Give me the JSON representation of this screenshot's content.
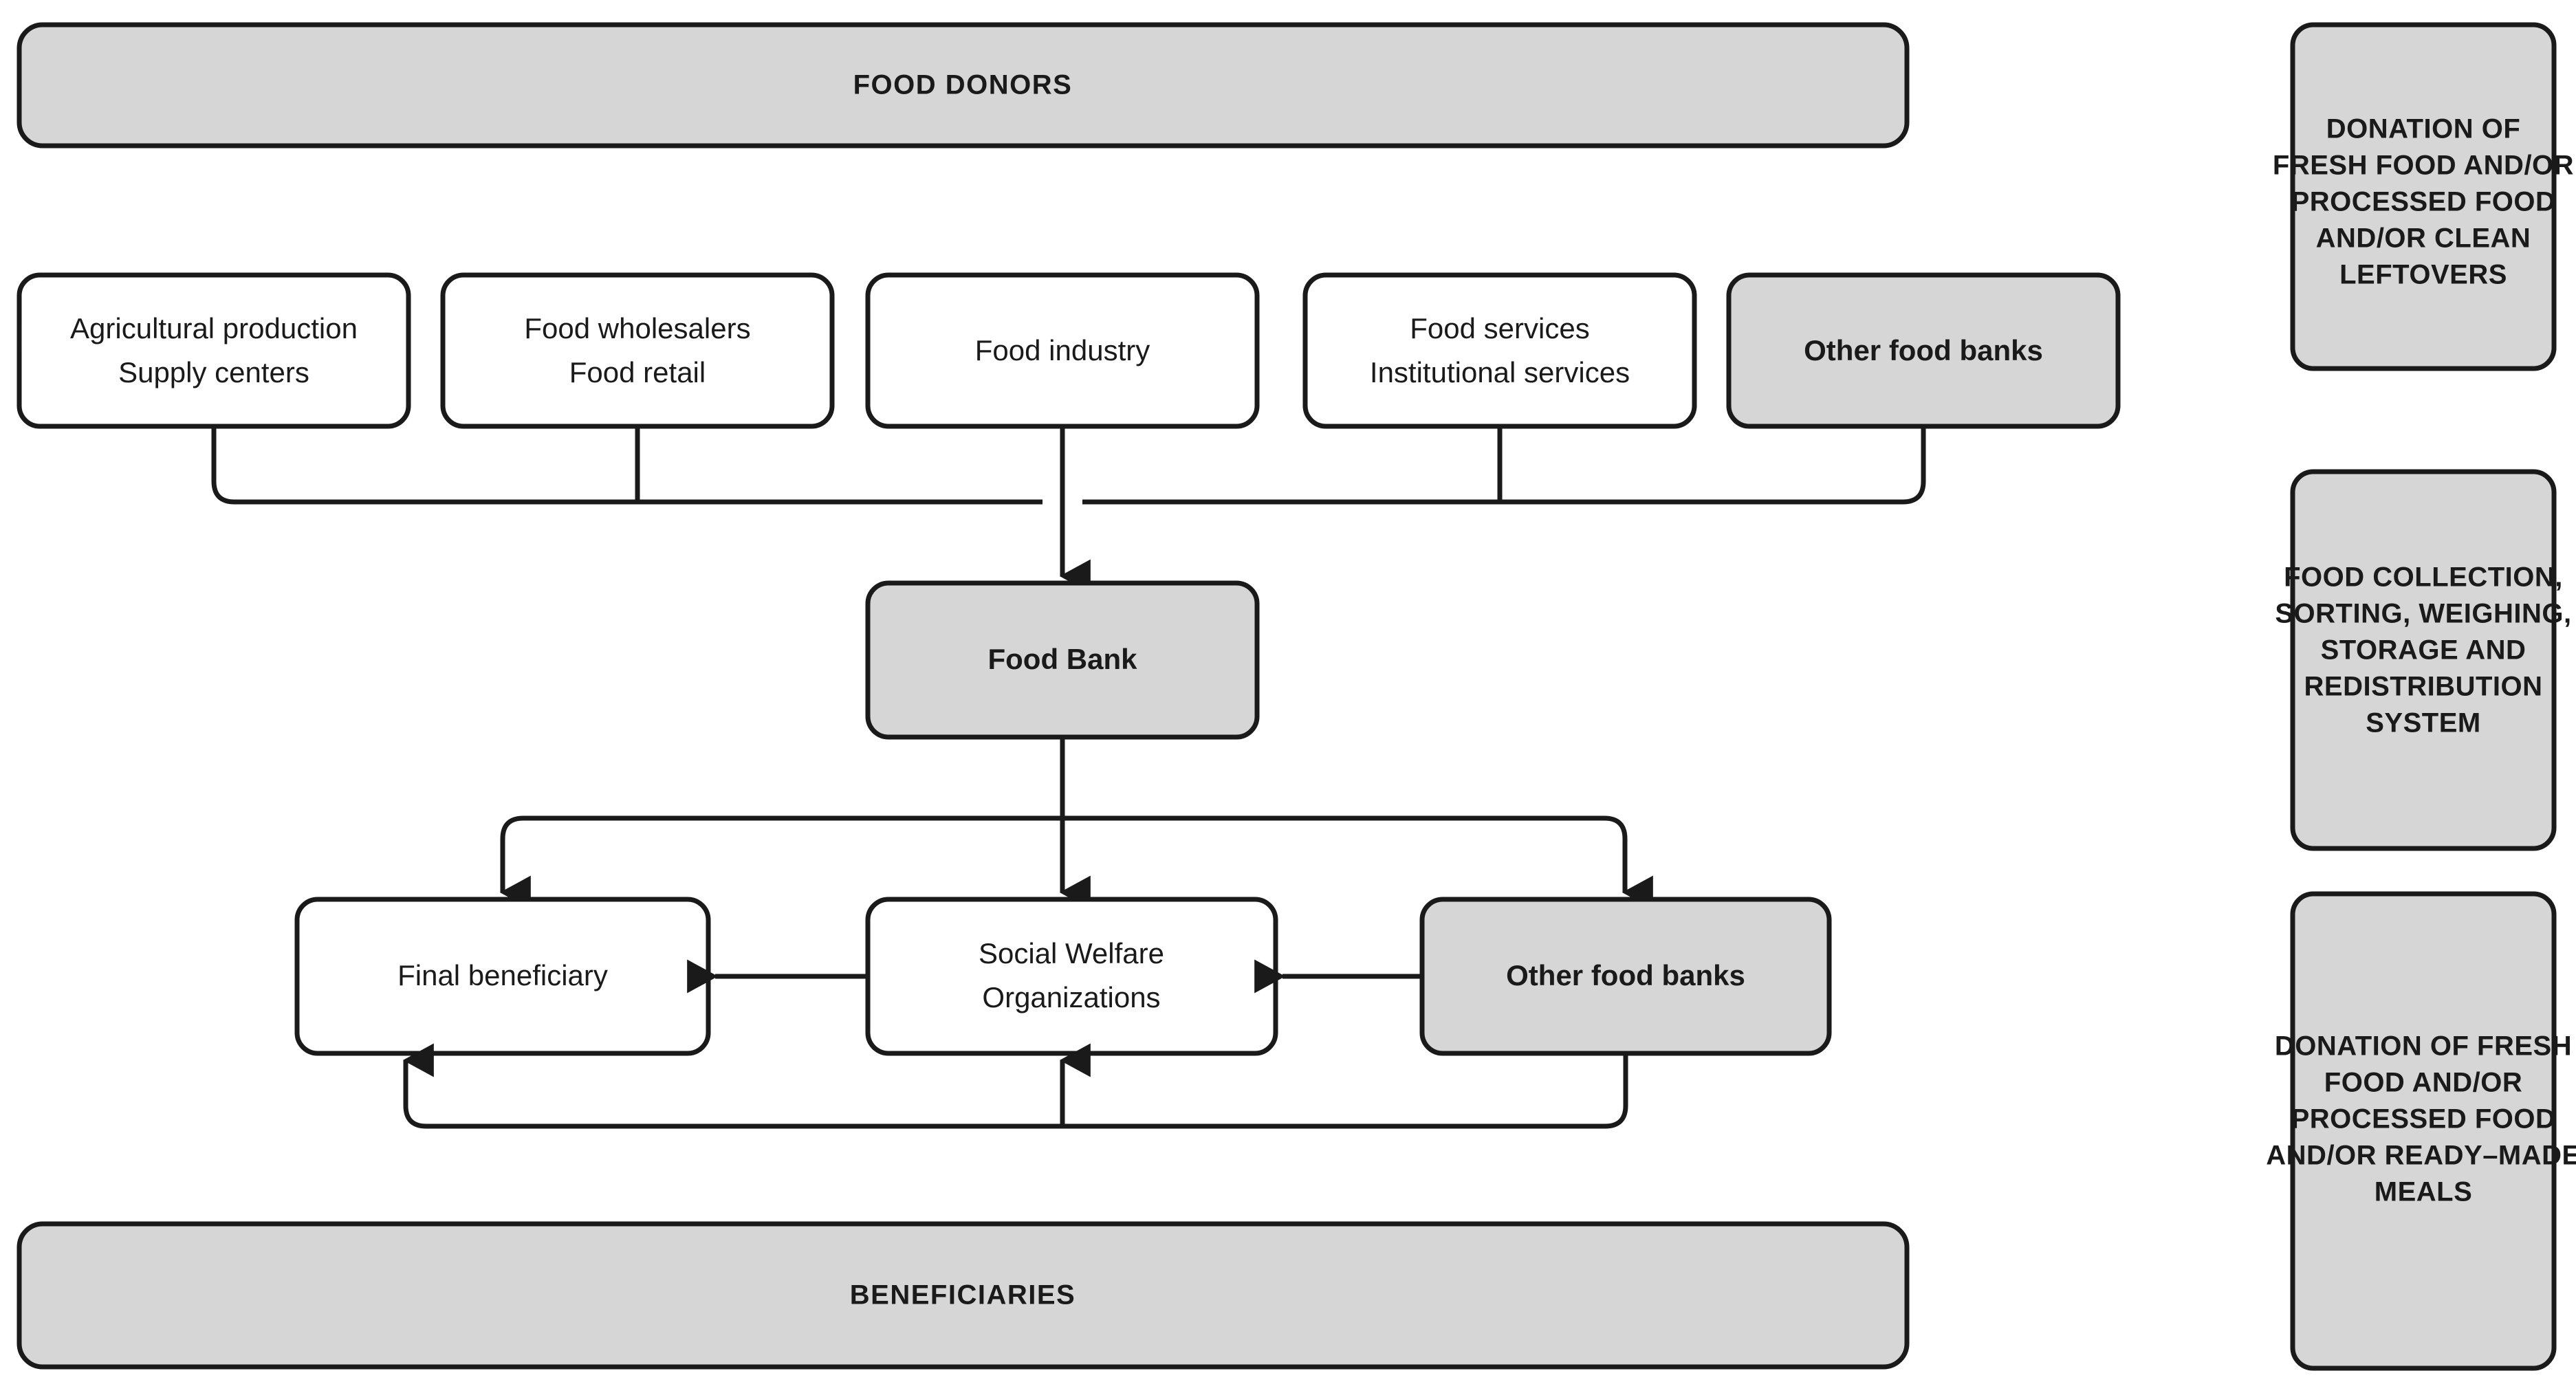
{
  "diagram": {
    "title_band_top": "FOOD DONORS",
    "title_band_bottom": "BENEFICIARIES",
    "donors": [
      {
        "id": "agricultural",
        "lines": [
          "Agricultural production",
          "Supply centers"
        ],
        "emphasis": "normal"
      },
      {
        "id": "wholesalers",
        "lines": [
          "Food wholesalers",
          "Food retail"
        ],
        "emphasis": "normal"
      },
      {
        "id": "industry",
        "lines": [
          "Food industry"
        ],
        "emphasis": "normal"
      },
      {
        "id": "services",
        "lines": [
          "Food services",
          "Institutional services"
        ],
        "emphasis": "normal"
      },
      {
        "id": "other-food-banks-top",
        "lines": [
          "Other food banks"
        ],
        "emphasis": "bold"
      }
    ],
    "hub": {
      "id": "food-bank",
      "lines": [
        "Food Bank"
      ],
      "emphasis": "bold"
    },
    "recipients": [
      {
        "id": "final-beneficiary",
        "lines": [
          "Final beneficiary"
        ],
        "emphasis": "normal"
      },
      {
        "id": "social-welfare",
        "lines": [
          "Social Welfare",
          "Organizations"
        ],
        "emphasis": "normal"
      },
      {
        "id": "other-food-banks-bottom",
        "lines": [
          "Other food banks"
        ],
        "emphasis": "bold"
      }
    ],
    "side_panels": [
      {
        "id": "panel-donation-intake",
        "lines": [
          "DONATION OF",
          "FRESH FOOD AND/OR",
          "PROCESSED FOOD",
          "AND/OR CLEAN",
          "LEFTOVERS"
        ]
      },
      {
        "id": "panel-processing",
        "lines": [
          "FOOD COLLECTION,",
          "SORTING, WEIGHING,",
          "STORAGE AND",
          "REDISTRIBUTION",
          "SYSTEM"
        ]
      },
      {
        "id": "panel-distribution",
        "lines": [
          "DONATION OF FRESH",
          "FOOD AND/OR",
          "PROCESSED FOOD",
          "AND/OR READY–MADE",
          "MEALS"
        ]
      }
    ],
    "colors": {
      "stroke": "#1a1a1a",
      "gray_fill": "#d6d6d6",
      "white_fill": "#ffffff",
      "background": "#ffffff"
    }
  }
}
